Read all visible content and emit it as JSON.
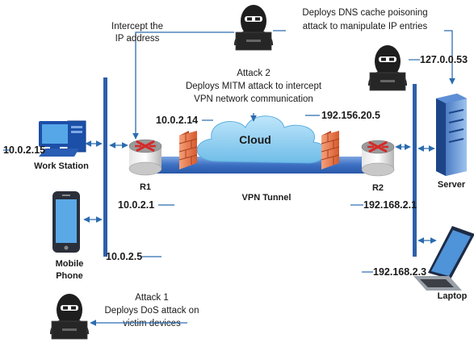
{
  "labels": {
    "intercept": [
      "Intercept the",
      "IP address"
    ],
    "dns": [
      "Deploys DNS cache poisoning",
      "attack to manipulate IP entries"
    ],
    "attack2": [
      "Attack 2",
      "Deploys MITM attack to intercept",
      "VPN network communication"
    ],
    "attack1": [
      "Attack 1",
      "Deploys DoS attack on",
      "victim devices"
    ],
    "cloud": "Cloud",
    "vpn_tunnel": "VPN Tunnel"
  },
  "devices": {
    "work_station": "Work Station",
    "mobile_phone": [
      "Mobile",
      "Phone"
    ],
    "server": "Server",
    "laptop": "Laptop",
    "r1": "R1",
    "r2": "R2"
  },
  "ips": {
    "workstation": "10.0.2.15",
    "r1_cloud": "10.0.2.14",
    "r1_lan": "10.0.2.1",
    "mobile": "10.0.2.5",
    "r2_cloud": "192.156.20.5",
    "r2_lan": "192.168.2.1",
    "laptop": "192.168.2.3",
    "server": "127.0.0.53"
  },
  "colors": {
    "line": "#2b6cb0",
    "bus": "#2e5faa",
    "tunnel": "#4f7fc8",
    "cloud": "#8ecdf0",
    "firewall": "#e07848",
    "router": "#8c8c8c",
    "router_mark": "#d42a2a"
  },
  "icons": [
    "hacker-icon",
    "desktop-computer-icon",
    "smartphone-icon",
    "router-icon",
    "firewall-icon",
    "cloud-icon",
    "server-icon",
    "laptop-icon"
  ]
}
